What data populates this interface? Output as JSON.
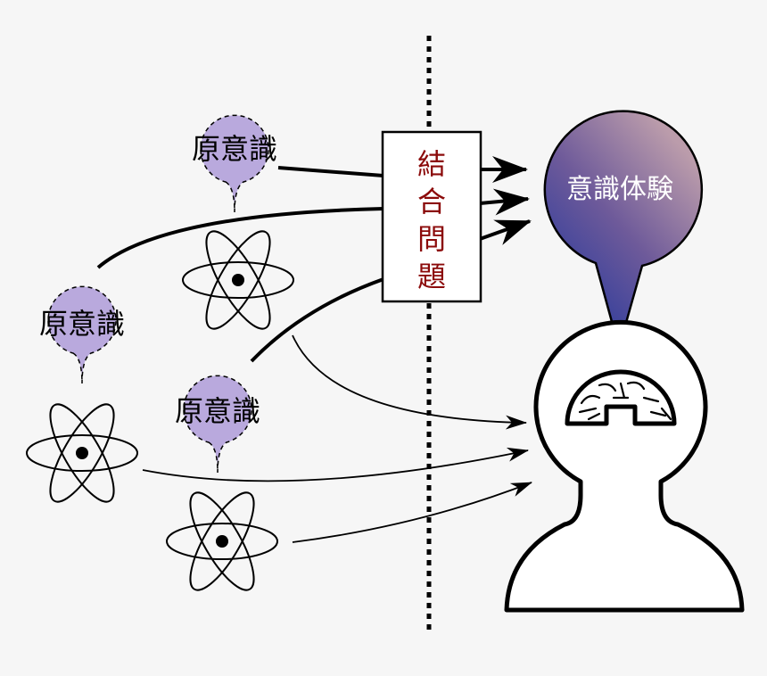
{
  "proto_consciousness": [
    "原意識",
    "原意識",
    "原意識"
  ],
  "binding_problem": [
    "結",
    "合",
    "問",
    "題"
  ],
  "conscious_experience": "意識体験",
  "colors": {
    "background": "#f6f6f6",
    "proto_bubble": "#b9a9dd",
    "problem_text": "#8b0a0a",
    "experience_gradient_light": "#b89aaa",
    "experience_gradient_dark": "#2d3a9a"
  },
  "icons": [
    "atom-icon",
    "brain-icon",
    "person-head-icon"
  ]
}
